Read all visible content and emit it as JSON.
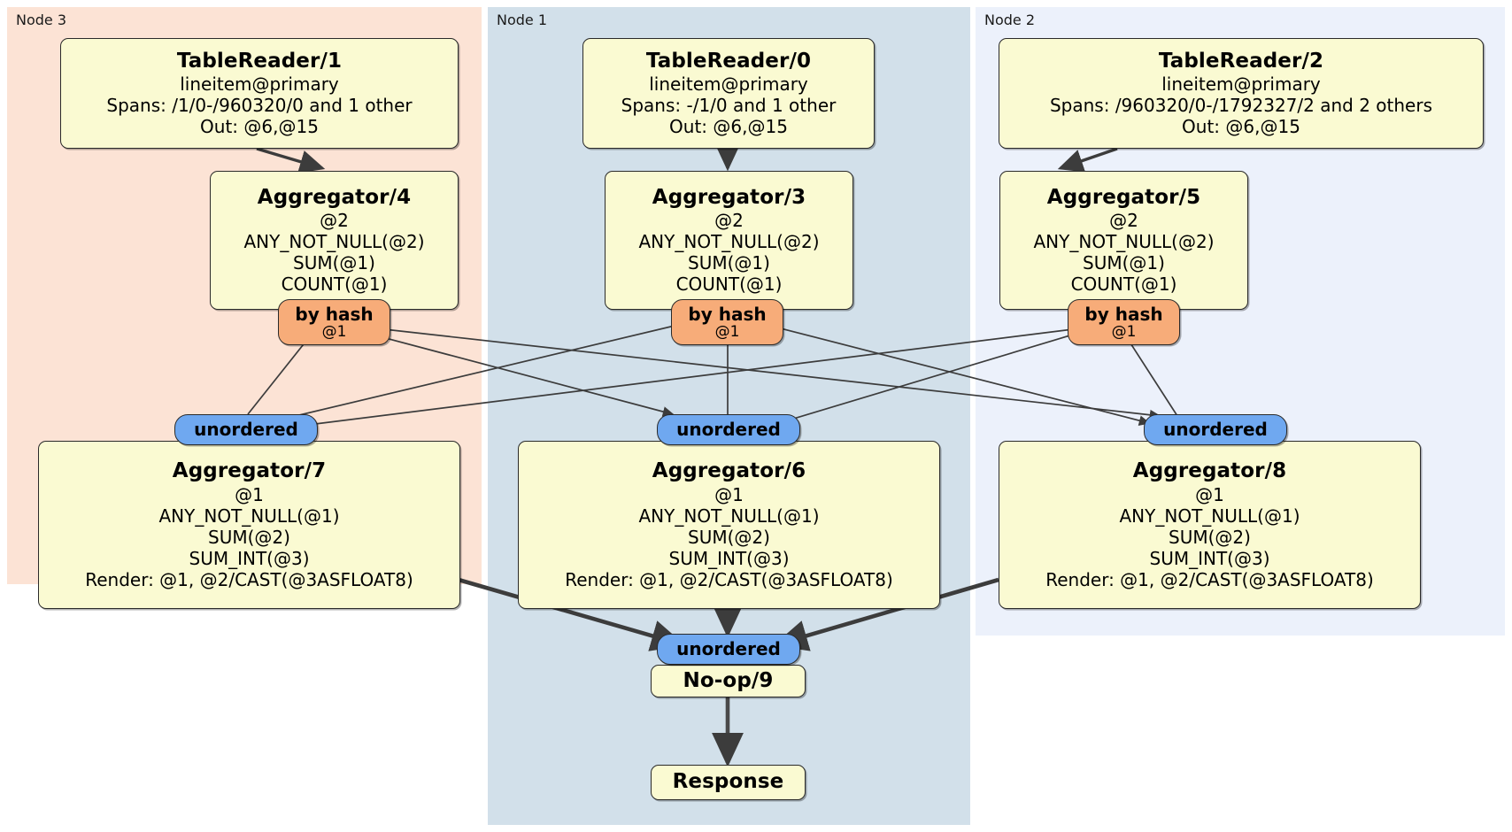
{
  "diagram": {
    "type": "distributed-query-plan",
    "colors": {
      "node3_panel": "#FCE3D5",
      "node1_panel": "#D2E0EA",
      "node2_panel": "#ECF1FB",
      "processor_box": "#FAFAD2",
      "hash_router": "#F7AC79",
      "unordered_synchronizer": "#6FA8F0",
      "edge": "#3c3c3c"
    }
  },
  "panels": [
    {
      "id": "node3",
      "label": "Node 3"
    },
    {
      "id": "node1",
      "label": "Node 1"
    },
    {
      "id": "node2",
      "label": "Node 2"
    }
  ],
  "processors": {
    "tablereader1": {
      "title": "TableReader/1",
      "lines": [
        "lineitem@primary",
        "Spans: /1/0-/960320/0 and 1 other",
        "Out: @6,@15"
      ]
    },
    "tablereader0": {
      "title": "TableReader/0",
      "lines": [
        "lineitem@primary",
        "Spans: -/1/0 and 1 other",
        "Out: @6,@15"
      ]
    },
    "tablereader2": {
      "title": "TableReader/2",
      "lines": [
        "lineitem@primary",
        "Spans: /960320/0-/1792327/2 and 2 others",
        "Out: @6,@15"
      ]
    },
    "aggregator4": {
      "title": "Aggregator/4",
      "lines": [
        "@2",
        "ANY_NOT_NULL(@2)",
        "SUM(@1)",
        "COUNT(@1)"
      ]
    },
    "aggregator3": {
      "title": "Aggregator/3",
      "lines": [
        "@2",
        "ANY_NOT_NULL(@2)",
        "SUM(@1)",
        "COUNT(@1)"
      ]
    },
    "aggregator5": {
      "title": "Aggregator/5",
      "lines": [
        "@2",
        "ANY_NOT_NULL(@2)",
        "SUM(@1)",
        "COUNT(@1)"
      ]
    },
    "aggregator7": {
      "title": "Aggregator/7",
      "lines": [
        "@1",
        "ANY_NOT_NULL(@1)",
        "SUM(@2)",
        "SUM_INT(@3)",
        "Render: @1, @2/CAST(@3ASFLOAT8)"
      ]
    },
    "aggregator6": {
      "title": "Aggregator/6",
      "lines": [
        "@1",
        "ANY_NOT_NULL(@1)",
        "SUM(@2)",
        "SUM_INT(@3)",
        "Render: @1, @2/CAST(@3ASFLOAT8)"
      ]
    },
    "aggregator8": {
      "title": "Aggregator/8",
      "lines": [
        "@1",
        "ANY_NOT_NULL(@1)",
        "SUM(@2)",
        "SUM_INT(@3)",
        "Render: @1, @2/CAST(@3ASFLOAT8)"
      ]
    },
    "noop9": {
      "title": "No-op/9",
      "lines": []
    },
    "response": {
      "title": "Response",
      "lines": []
    }
  },
  "routers": {
    "hash_left": {
      "label": "by hash",
      "column": "@1"
    },
    "hash_center": {
      "label": "by hash",
      "column": "@1"
    },
    "hash_right": {
      "label": "by hash",
      "column": "@1"
    },
    "unordered_left": {
      "label": "unordered"
    },
    "unordered_center": {
      "label": "unordered"
    },
    "unordered_right": {
      "label": "unordered"
    },
    "unordered_final": {
      "label": "unordered"
    }
  }
}
